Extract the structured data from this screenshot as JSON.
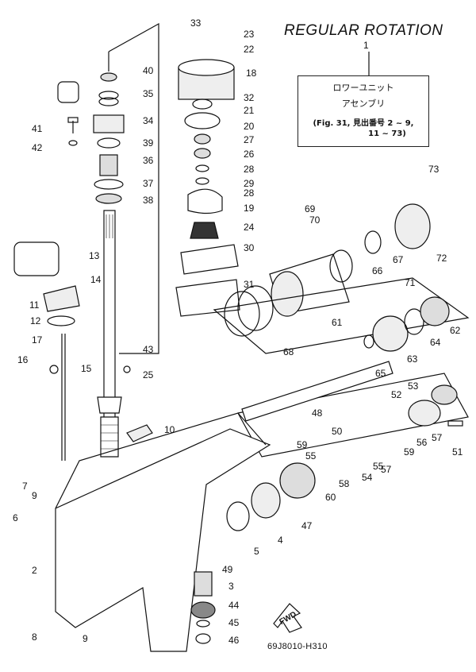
{
  "title": "REGULAR ROTATION",
  "assembly_ref": "1",
  "callout": {
    "line1": "ロワーユニット",
    "line2": "アセンブリ",
    "line3": "(Fig. 31, 見出番号 2 ~ 9,",
    "line4": "11 ~ 73)"
  },
  "drawing_code": "69J8010-H310",
  "fwd_label": "FWD",
  "part_numbers": [
    "2",
    "3",
    "4",
    "5",
    "6",
    "7",
    "8",
    "9",
    "9",
    "10",
    "11",
    "12",
    "13",
    "14",
    "15",
    "16",
    "17",
    "18",
    "19",
    "20",
    "21",
    "22",
    "23",
    "24",
    "25",
    "26",
    "27",
    "28",
    "28",
    "29",
    "30",
    "31",
    "32",
    "33",
    "34",
    "35",
    "36",
    "37",
    "38",
    "39",
    "40",
    "41",
    "42",
    "43",
    "44",
    "45",
    "46",
    "47",
    "48",
    "49",
    "50",
    "51",
    "52",
    "53",
    "54",
    "55",
    "55",
    "56",
    "57",
    "57",
    "58",
    "59",
    "59",
    "60",
    "61",
    "62",
    "63",
    "64",
    "65",
    "66",
    "67",
    "68",
    "69",
    "70",
    "71",
    "72",
    "73"
  ]
}
